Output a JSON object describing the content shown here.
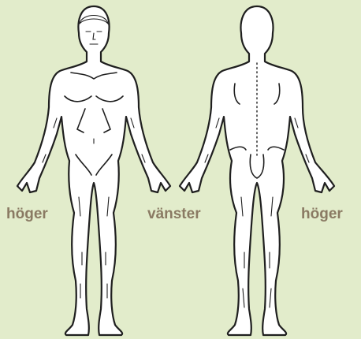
{
  "colors": {
    "background": "#e2eccb",
    "label": "#8a7a63",
    "outline": "#1f1f1f",
    "body_fill": "#ffffff"
  },
  "labels": {
    "front_right": "höger",
    "front_left": "vänster",
    "back_right": "höger"
  }
}
